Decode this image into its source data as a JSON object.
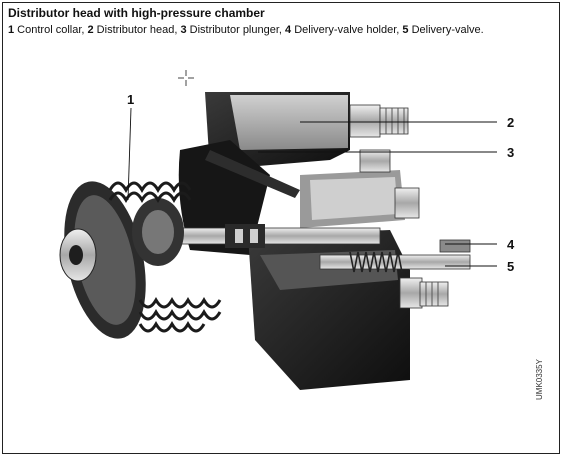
{
  "title": "Distributor head with high-pressure chamber",
  "caption": [
    {
      "num": "1",
      "text": " Control collar, "
    },
    {
      "num": "2",
      "text": " Distributor head, "
    },
    {
      "num": "3",
      "text": " Distributor plunger, "
    },
    {
      "num": "4",
      "text": " Delivery-valve holder, "
    },
    {
      "num": "5",
      "text": " Delivery-valve."
    }
  ],
  "callouts": [
    "1",
    "2",
    "3",
    "4",
    "5"
  ],
  "figure_code": "UMK0335Y",
  "colors": {
    "dark": "#1c1c1c",
    "mid": "#6e6e6e",
    "light": "#bdbdbd",
    "metal": "#d9d9d9"
  }
}
